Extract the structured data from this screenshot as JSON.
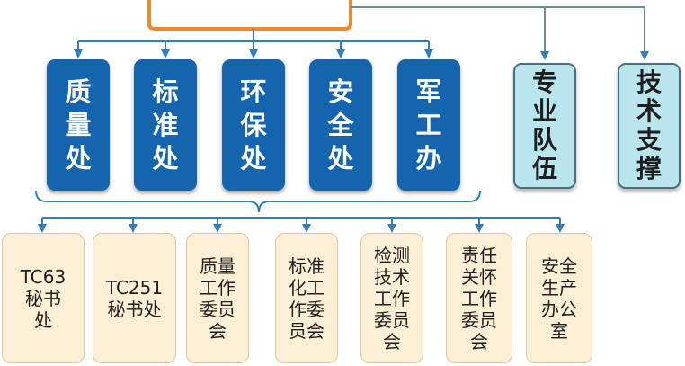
{
  "departments": [
    {
      "lines": [
        "质",
        "量",
        "处"
      ]
    },
    {
      "lines": [
        "标",
        "准",
        "处"
      ]
    },
    {
      "lines": [
        "环",
        "保",
        "处"
      ]
    },
    {
      "lines": [
        "安",
        "全",
        "处"
      ]
    },
    {
      "lines": [
        "军",
        "工",
        "办"
      ]
    }
  ],
  "teams": [
    {
      "lines": [
        "专",
        "业",
        "队",
        "伍"
      ]
    },
    {
      "lines": [
        "技",
        "术",
        "支",
        "撑"
      ]
    }
  ],
  "units": [
    {
      "lines": [
        "TC63",
        "秘书",
        "处"
      ]
    },
    {
      "lines": [
        "TC251",
        "秘书处"
      ]
    },
    {
      "lines": [
        "质量",
        "工作",
        "委员",
        "会"
      ]
    },
    {
      "lines": [
        "标准",
        "化工",
        "作委",
        "员会"
      ]
    },
    {
      "lines": [
        "检测",
        "技术",
        "工作",
        "委员",
        "会"
      ]
    },
    {
      "lines": [
        "责任",
        "关怀",
        "工作",
        "委员",
        "会"
      ]
    },
    {
      "lines": [
        "安全",
        "生产",
        "办公",
        "室"
      ]
    }
  ],
  "colors": {
    "department_fill": "#1565ae",
    "team_fill": "#b9e6ee",
    "unit_fill": "#fcefd5",
    "top_box_border": "#ee8a2a",
    "connector": "#2f7fbf"
  }
}
